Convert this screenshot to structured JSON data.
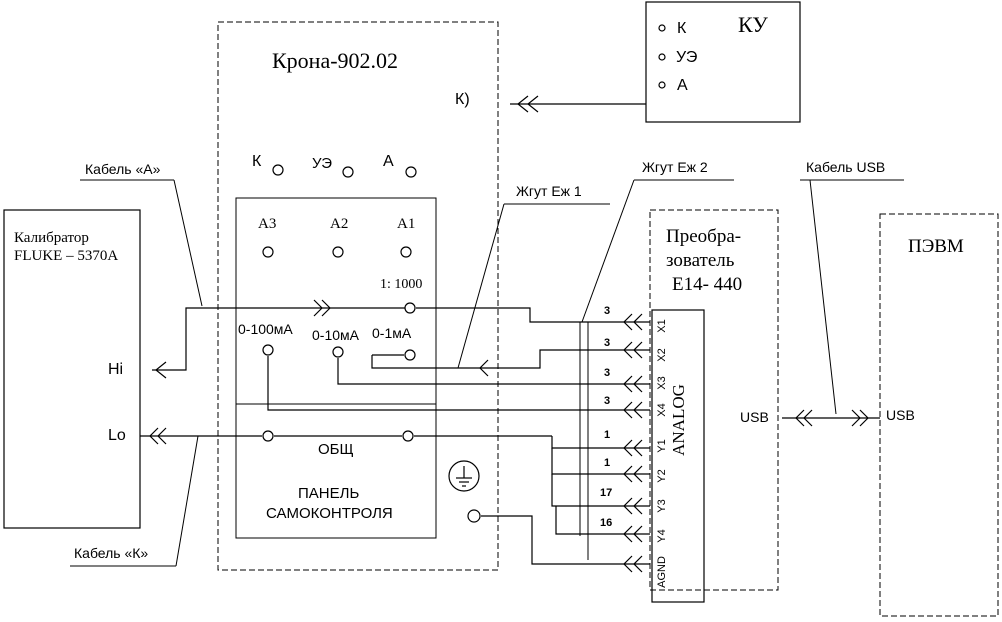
{
  "krona": {
    "title": "Крона-902.02",
    "ku_port": "К)",
    "terminals": {
      "k": "К",
      "ue": "УЭ",
      "a": "А"
    },
    "range_labels": {
      "a3": "А3",
      "a2": "А2",
      "a1": "А1"
    },
    "ratio": "1: 1000",
    "ranges": {
      "r100": "0-100мА",
      "r10": "0-10мА",
      "r1": "0-1мА"
    },
    "common": "ОБЩ",
    "panel_line1": "ПАНЕЛЬ",
    "panel_line2": "САМОКОНТРОЛЯ"
  },
  "ku": {
    "title": "КУ",
    "pins": [
      "К",
      "УЭ",
      "А"
    ]
  },
  "calibrator": {
    "line1": "Калибратор",
    "line2": "FLUKE – 5370A",
    "hi": "Hi",
    "lo": "Lo"
  },
  "converter": {
    "line1": "Преобра-",
    "line2": "зователь",
    "line3": "Е14- 440",
    "analog": "ANALOG",
    "pins": [
      "X1",
      "X2",
      "X3",
      "X4",
      "Y1",
      "Y2",
      "Y3",
      "Y4",
      "AGND"
    ],
    "usb": "USB"
  },
  "pc": {
    "title": "ПЭВМ",
    "usb": "USB"
  },
  "cables": {
    "cable_a": "Кабель «А»",
    "cable_k": "Кабель «К»",
    "harness1": "Жгут Еж 1",
    "harness2": "Жгут Еж 2",
    "cable_usb": "Кабель USB"
  },
  "wire_numbers": [
    "3",
    "3",
    "3",
    "3",
    "1",
    "1",
    "17",
    "16"
  ]
}
